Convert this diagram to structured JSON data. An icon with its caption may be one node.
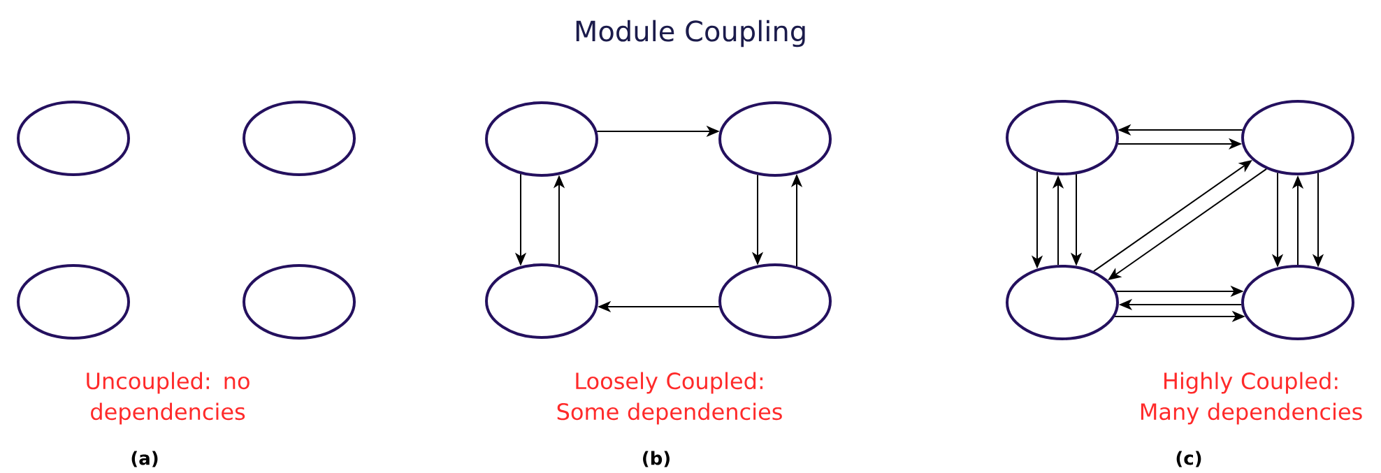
{
  "diagram": {
    "title": "Module Coupling",
    "nodes": [
      {
        "text": [],
        "shape": "circle"
      },
      {
        "text": [],
        "shape": "circle"
      },
      {
        "text": [],
        "shape": "circle"
      },
      {
        "text": [],
        "shape": "circle"
      },
      {
        "text": [],
        "shape": "circle"
      },
      {
        "text": [],
        "shape": "circle"
      },
      {
        "text": [],
        "shape": "circle"
      },
      {
        "text": [],
        "shape": "circle"
      },
      {
        "text": [],
        "shape": "circle"
      },
      {
        "text": [],
        "shape": "circle"
      },
      {
        "text": [],
        "shape": "circle"
      },
      {
        "text": [],
        "shape": "circle"
      }
    ],
    "edges": [
      {
        "from": 4,
        "to": 5,
        "arrow": "to"
      },
      {
        "from": 4,
        "to": 6,
        "arrow": "to"
      },
      {
        "from": 6,
        "to": 4,
        "arrow": "to"
      },
      {
        "from": 5,
        "to": 7,
        "arrow": "to"
      },
      {
        "from": 7,
        "to": 5,
        "arrow": "to"
      },
      {
        "from": 7,
        "to": 6,
        "arrow": "to"
      },
      {
        "from": 9,
        "to": 8,
        "arrow": "to"
      },
      {
        "from": 8,
        "to": 9,
        "arrow": "to"
      },
      {
        "from": 8,
        "to": 10,
        "arrow": "to"
      },
      {
        "from": 10,
        "to": 8,
        "arrow": "to"
      },
      {
        "from": 8,
        "to": 10,
        "arrow": "to"
      },
      {
        "from": 10,
        "to": 9,
        "arrow": "to"
      },
      {
        "from": 9,
        "to": 10,
        "arrow": "to"
      },
      {
        "from": 9,
        "to": 11,
        "arrow": "to"
      },
      {
        "from": 11,
        "to": 9,
        "arrow": "to"
      },
      {
        "from": 9,
        "to": 11,
        "arrow": "to"
      },
      {
        "from": 10,
        "to": 11,
        "arrow": "to"
      },
      {
        "from": 11,
        "to": 10,
        "arrow": "to"
      },
      {
        "from": 10,
        "to": 11,
        "arrow": "to"
      }
    ],
    "labels": [
      "Uncoupled: no dependencies",
      "Loosely Coupled: Some dependencies",
      "Highly Coupled: Many dependencies",
      "(a)",
      "(b)",
      "(c)"
    ]
  }
}
